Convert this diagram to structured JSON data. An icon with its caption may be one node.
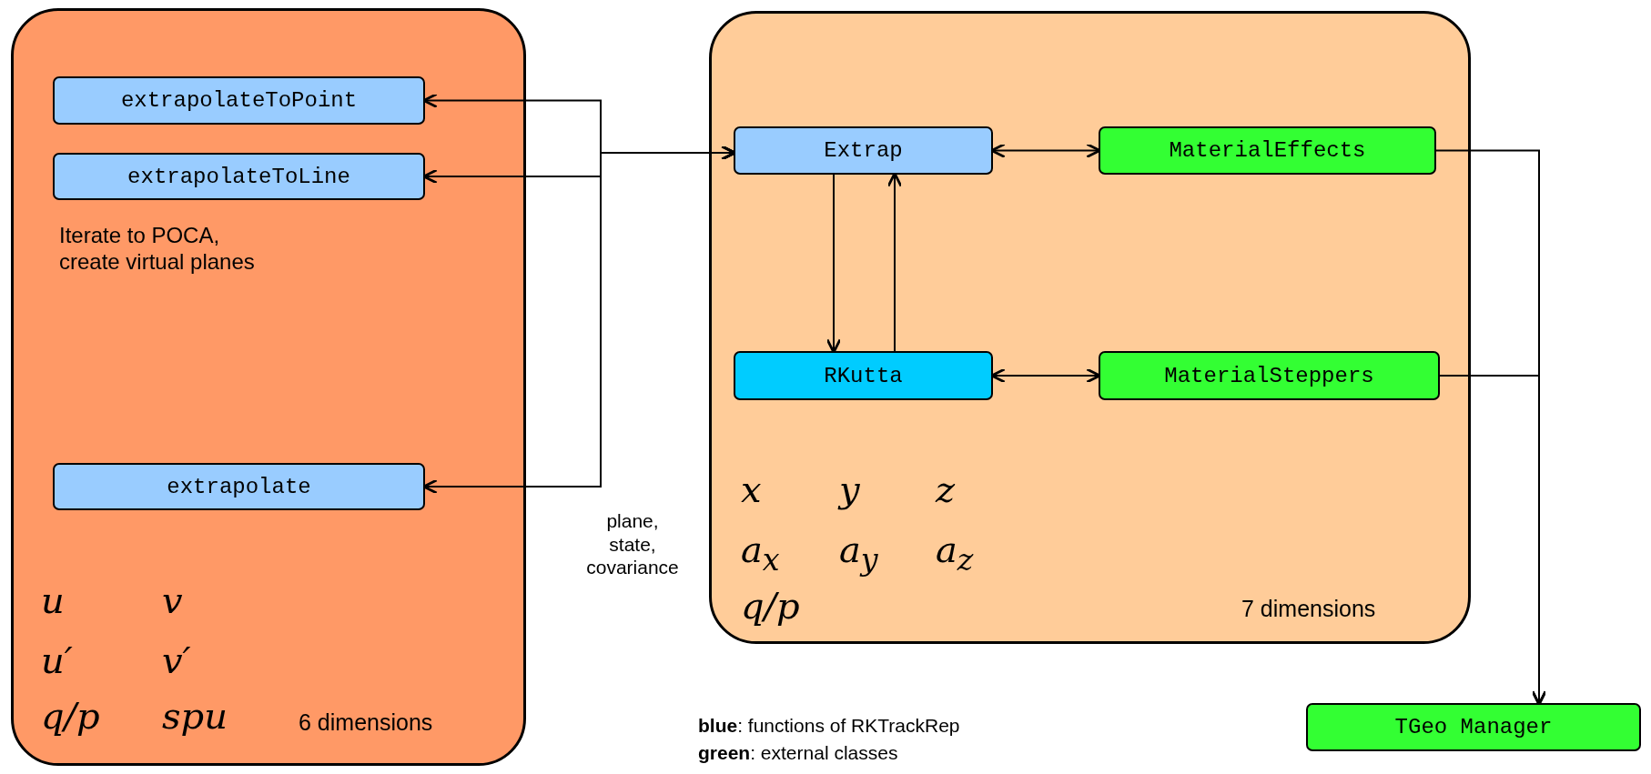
{
  "diagram": {
    "nodes": [
      {
        "text": [
          "Iterate to POCA, create virtual planes",
          "u",
          "v",
          "u′",
          "v′",
          "q/p",
          "spu",
          "6 dimensions"
        ]
      },
      {
        "text": [
          "extrapolateToPoint"
        ],
        "in": 0
      },
      {
        "text": [
          "extrapolateToLine"
        ],
        "in": 0
      },
      {
        "text": [
          "extrapolate"
        ],
        "in": 0
      },
      {
        "text": [
          "x",
          "y",
          "z",
          "a$_{x}$",
          "a$_{y}$",
          "a$_{z}$",
          "q/p",
          "7 dimensions"
        ]
      },
      {
        "text": [
          "Extrap"
        ],
        "in": 4
      },
      {
        "text": [
          "MaterialEffects"
        ],
        "in": 4
      },
      {
        "text": [
          "RKutta"
        ],
        "in": 4
      },
      {
        "text": [
          "MaterialSteppers"
        ],
        "in": 4
      },
      {
        "text": [
          "TGeo Manager"
        ]
      }
    ],
    "edges": [
      {
        "from": 1,
        "to": 5,
        "arrow": "both"
      },
      {
        "from": 2,
        "to": 5,
        "arrow": "both"
      },
      {
        "from": 3,
        "to": 5,
        "arrow": "both"
      },
      {
        "from": 5,
        "to": 6,
        "arrow": "both"
      },
      {
        "from": 5,
        "to": 7,
        "arrow": "to"
      },
      {
        "from": 7,
        "to": 5,
        "arrow": "to"
      },
      {
        "from": 7,
        "to": 8,
        "arrow": "both"
      },
      {
        "from": 6,
        "to": 9,
        "arrow": "to"
      },
      {
        "from": 8,
        "to": 9,
        "arrow": "to"
      }
    ],
    "labels": [
      "plane, state, covariance",
      "**blue**: functions of RKTrackRep",
      "**green**: external classes"
    ]
  }
}
